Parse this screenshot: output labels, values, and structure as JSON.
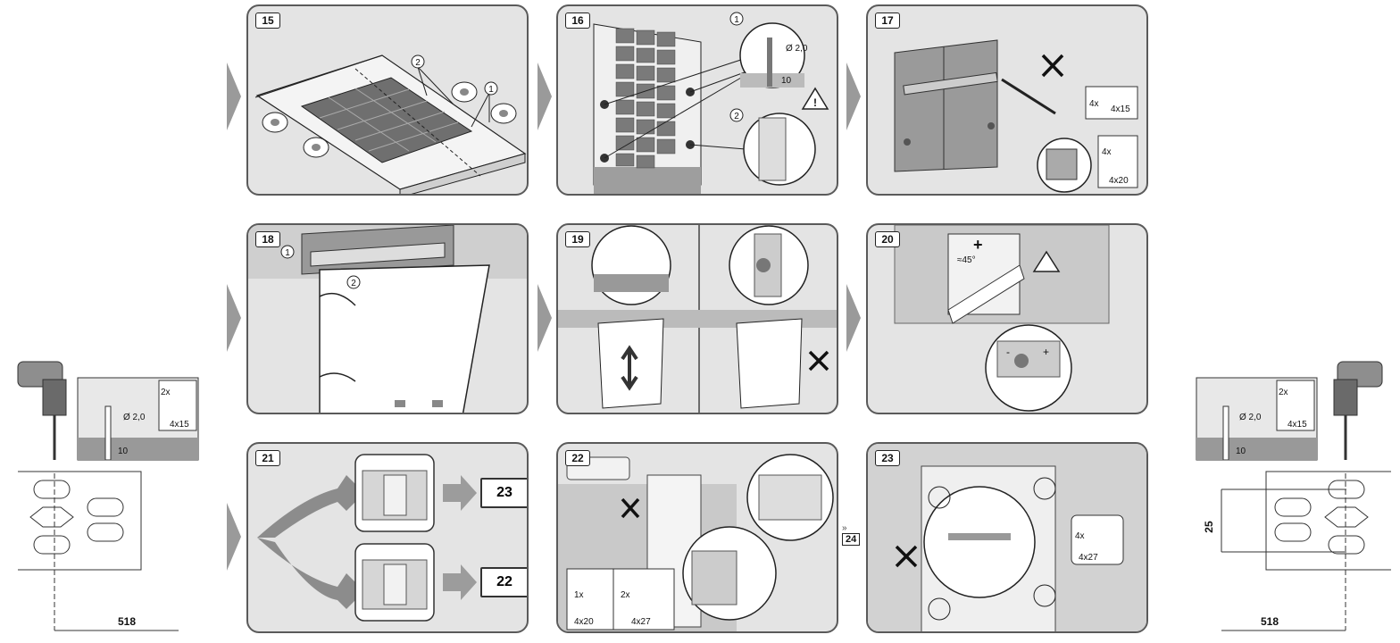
{
  "steps": {
    "s15": "15",
    "s16": "16",
    "s17": "17",
    "s18": "18",
    "s19": "19",
    "s20": "20",
    "s21": "21",
    "s22": "22",
    "s23": "23"
  },
  "callouts": {
    "one": "1",
    "two": "2"
  },
  "drill": {
    "diameter": "Ø 2,0",
    "depth": "10"
  },
  "step17": {
    "qty_a": "4x",
    "screw_a": "4x15",
    "qty_b": "4x",
    "screw_b": "4x20"
  },
  "step20": {
    "angle": "≈45°",
    "plus": "+",
    "minus": "-"
  },
  "step21": {
    "target_top": "23",
    "target_bottom": "22"
  },
  "step22": {
    "qty_a": "1x",
    "screw_a": "4x20",
    "qty_b": "2x",
    "screw_b": "4x27",
    "next": "24"
  },
  "step23": {
    "qty": "4x",
    "screw": "4x27"
  },
  "side": {
    "qty": "2x",
    "screw": "4x15",
    "diameter": "Ø 2,0",
    "depth": "10",
    "dim_distance": "518",
    "dim_spacing": "25"
  },
  "colors": {
    "panel_bg": "#e4e4e4",
    "panel_border": "#5a5a5a",
    "arrow": "#9a9a9a",
    "line": "#222222"
  }
}
